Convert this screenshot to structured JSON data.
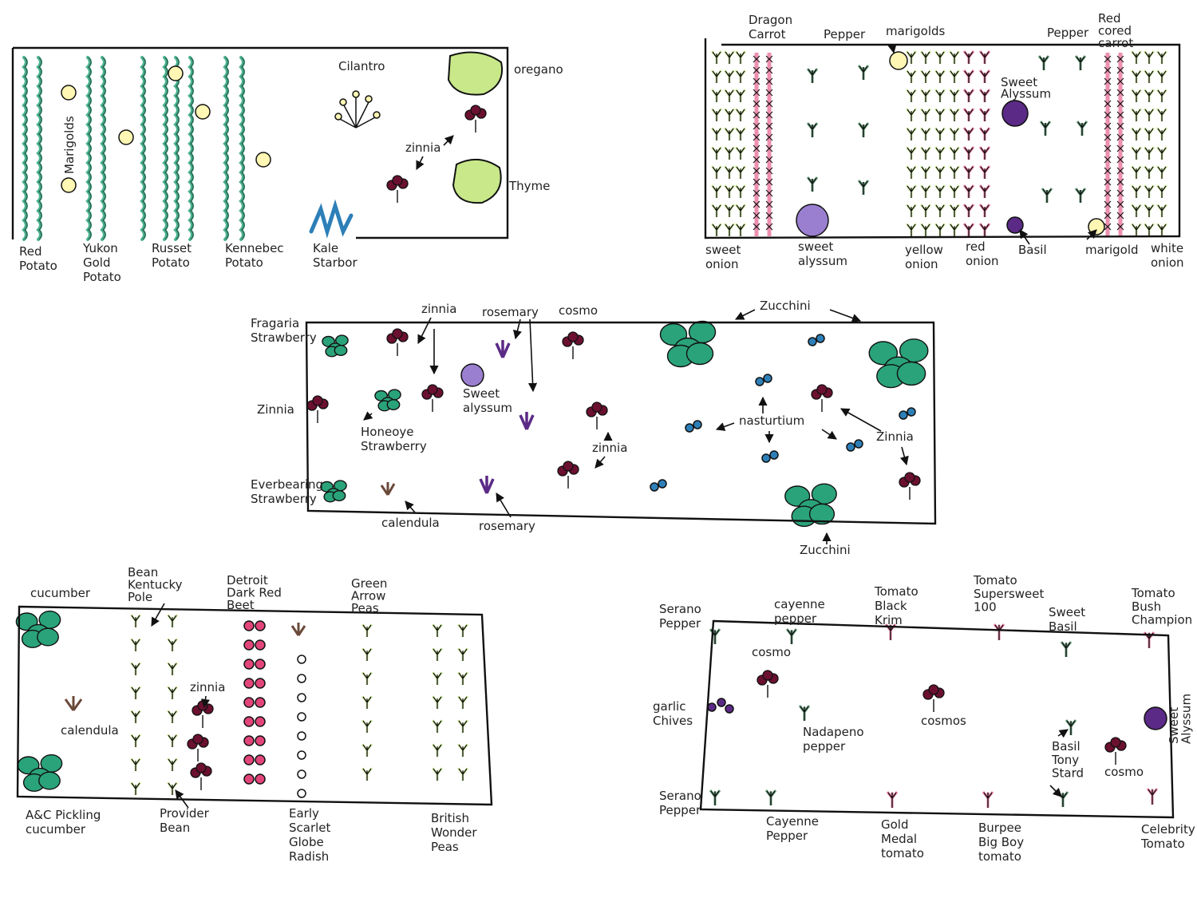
{
  "colors": {
    "ink": "#111111",
    "leaf_green": "#2aa37a",
    "light_green": "#c8e88a",
    "pink": "#e2457a",
    "maroon": "#6b1030",
    "purple": "#5b2a86",
    "lavender": "#9a7fd0",
    "blue": "#2d7fb8",
    "yellow": "#fff7b3",
    "brown": "#6b4a3a",
    "dark_green": "#1f6b3a"
  },
  "beds": [
    {
      "id": "potato-bed",
      "labels": {
        "red_potato": "Red\nPotato",
        "yukon": "Yukon\nGold\nPotato",
        "russet": "Russet\nPotato",
        "kennebec": "Kennebec\nPotato",
        "kale": "Kale\nStarbor",
        "marigolds": "Marigolds",
        "cilantro": "Cilantro",
        "oregano": "oregano",
        "zinnia": "zinnia",
        "thyme": "Thyme"
      }
    },
    {
      "id": "onion-bed",
      "labels": {
        "dragon_carrot": "Dragon\nCarrot",
        "pepper_left": "Pepper",
        "marigolds": "marigolds",
        "pepper_right": "Pepper",
        "red_cored_carrot": "Red\ncored\ncarrot",
        "sweet_alyssum_top": "Sweet\nAlyssum",
        "sweet_onion": "sweet\nonion",
        "sweet_alyssum": "sweet\nalyssum",
        "yellow_onion": "yellow\nonion",
        "red_onion": "red\nonion",
        "basil": "Basil",
        "marigold": "marigold",
        "white_onion": "white\nonion"
      }
    },
    {
      "id": "strawberry-bed",
      "labels": {
        "fragaria": "Fragaria\nStrawberry",
        "zinnia_top": "zinnia",
        "rosemary_top": "rosemary",
        "cosmo": "cosmo",
        "zucchini_top": "Zucchini",
        "zinnia_left": "Zinnia",
        "sweet_alyssum": "Sweet\nalyssum",
        "honeoye": "Honeoye\nStrawberry",
        "nasturtium": "nasturtium",
        "zinnia_center": "zinnia",
        "zinnia_right": "Zinnia",
        "everbearing": "Everbearing\nStrawberry",
        "calendula": "calendula",
        "rosemary_bottom": "rosemary",
        "zucchini_bottom": "Zucchini"
      }
    },
    {
      "id": "bean-bed",
      "labels": {
        "cucumber": "cucumber",
        "bean_kentucky": "Bean\nKentucky\nPole",
        "detroit_beet": "Detroit\nDark Red\nBeet",
        "green_arrow": "Green\nArrow\nPeas",
        "zinnia": "zinnia",
        "calendula": "calendula",
        "ac_pickling": "A&C Pickling\ncucumber",
        "provider": "Provider\nBean",
        "radish": "Early\nScarlet\nGlobe\nRadish",
        "british_peas": "British\nWonder\nPeas"
      }
    },
    {
      "id": "tomato-bed",
      "labels": {
        "serano_top": "Serano\nPepper",
        "cayenne_top": "cayenne\npepper",
        "tomato_black_krim": "Tomato\nBlack\nKrim",
        "tomato_supersweet": "Tomato\nSupersweet\n100",
        "sweet_basil": "Sweet\nBasil",
        "tomato_bush": "Tomato\nBush\nChampion",
        "cosmo_left": "cosmo",
        "garlic_chives": "garlic\nChives",
        "jalapeno": "Nadapeno\npepper",
        "cosmos_center": "cosmos",
        "basil_tony": "Basil\nTony\nStard",
        "cosmo_right": "cosmo",
        "sweet_alyssum": "Sweet\nAlyssum",
        "serano_bottom": "Serano\nPepper",
        "cayenne_bottom": "Cayenne\nPepper",
        "gold_medal": "Gold\nMedal\ntomato",
        "burpee": "Burpee\nBig Boy\ntomato",
        "celebrity": "Celebrity\nTomato"
      }
    }
  ]
}
